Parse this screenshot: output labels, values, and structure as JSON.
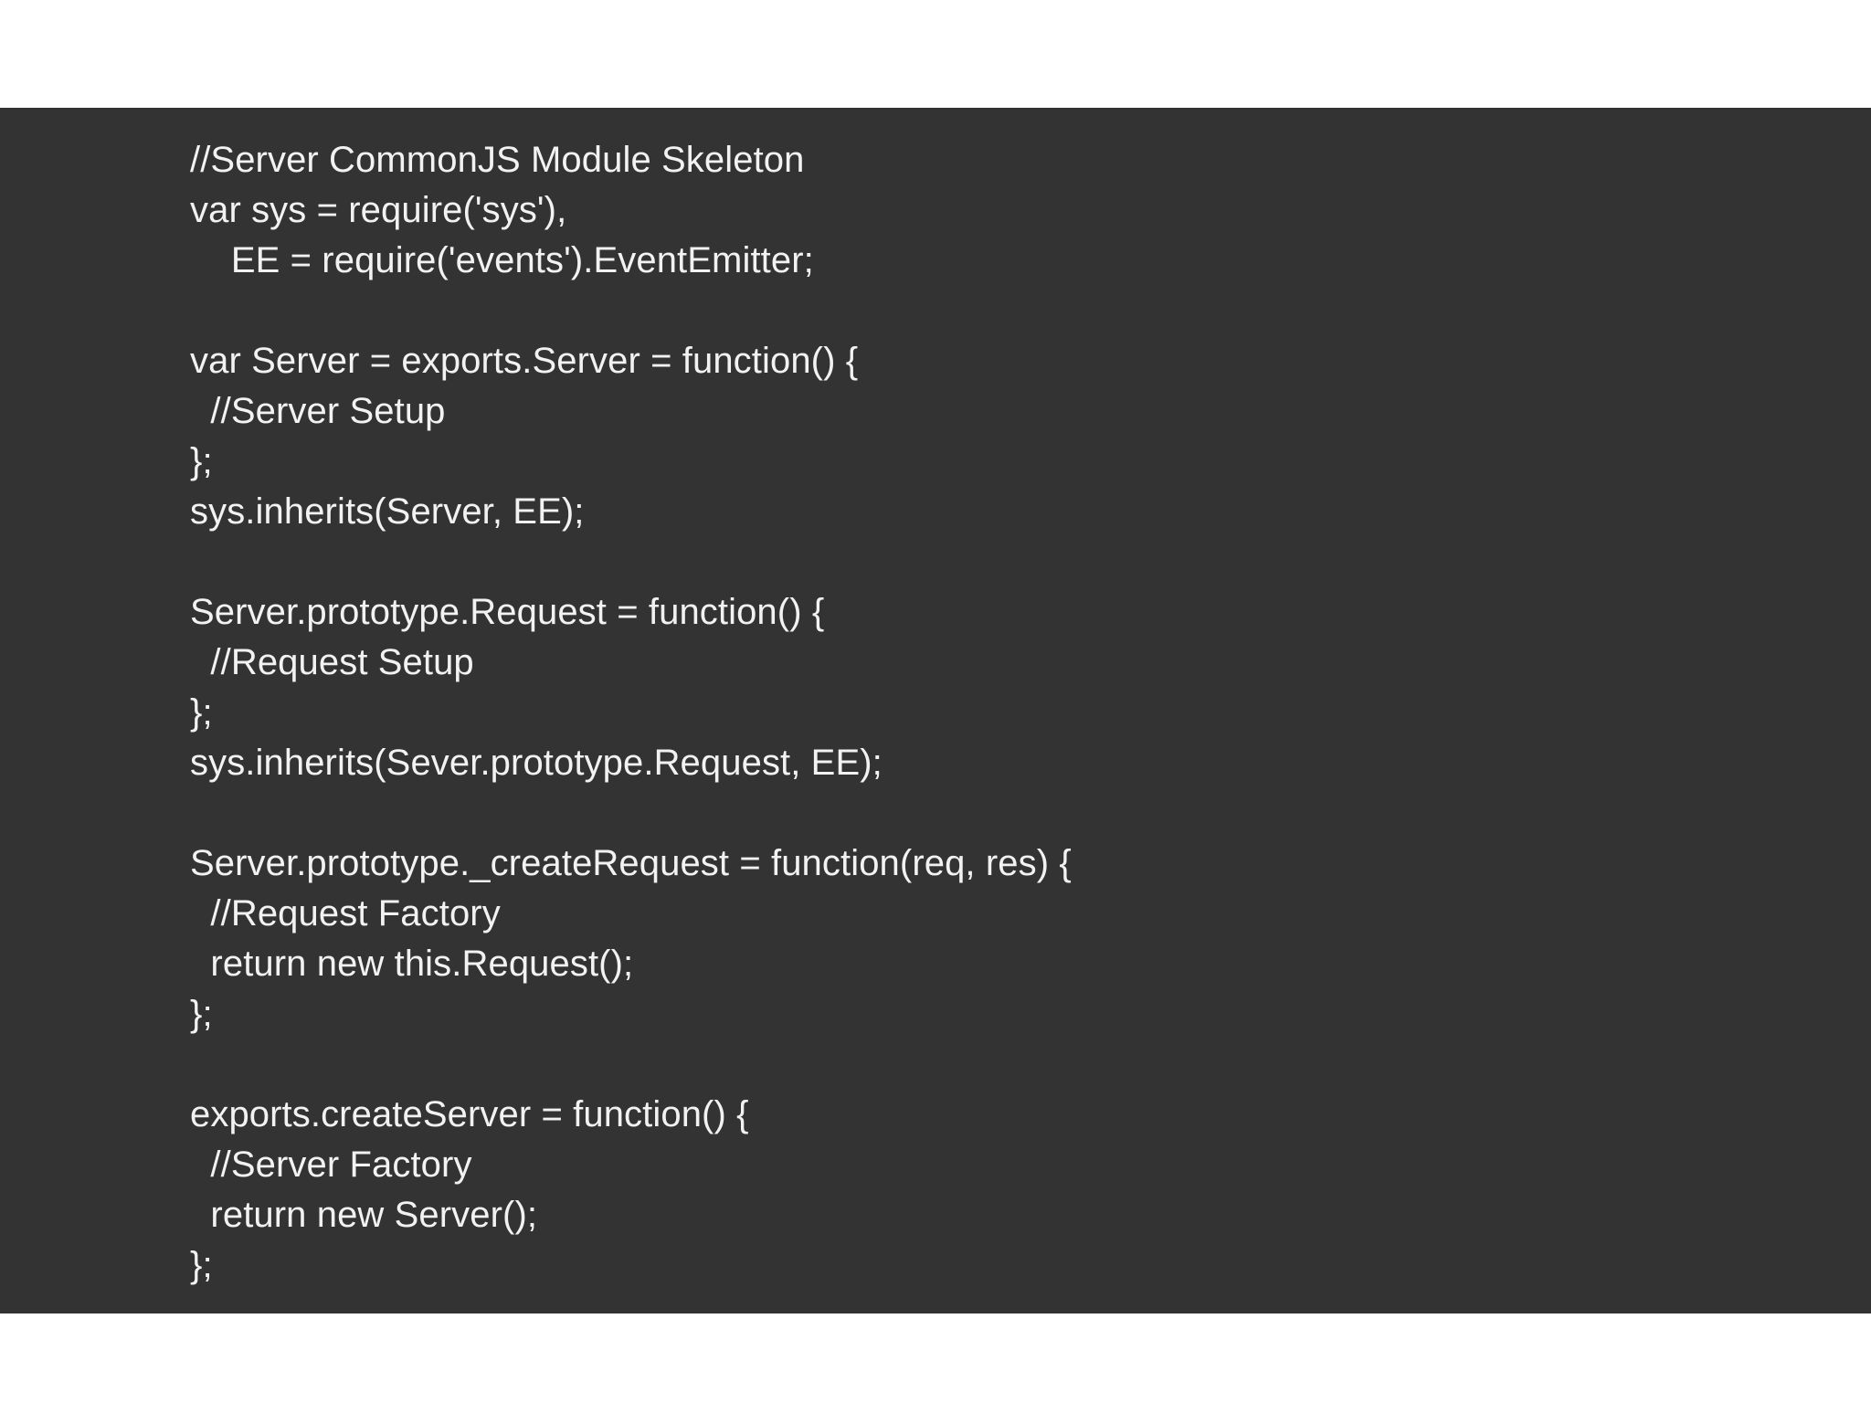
{
  "slide": {
    "background_color": "#ffffff",
    "panel_color": "#333333",
    "text_color": "#f2f2f2",
    "language": "javascript"
  },
  "code": {
    "title_comment": "//Server CommonJS Module Skeleton",
    "lines": [
      "//Server CommonJS Module Skeleton",
      "var sys = require('sys'),",
      "    EE = require('events').EventEmitter;",
      "",
      "var Server = exports.Server = function() {",
      "  //Server Setup",
      "};",
      "sys.inherits(Server, EE);",
      "",
      "Server.prototype.Request = function() {",
      "  //Request Setup",
      "};",
      "sys.inherits(Sever.prototype.Request, EE);",
      "",
      "Server.prototype._createRequest = function(req, res) {",
      "  //Request Factory",
      "  return new this.Request();",
      "};",
      "",
      "exports.createServer = function() {",
      "  //Server Factory",
      "  return new Server();",
      "};"
    ]
  }
}
